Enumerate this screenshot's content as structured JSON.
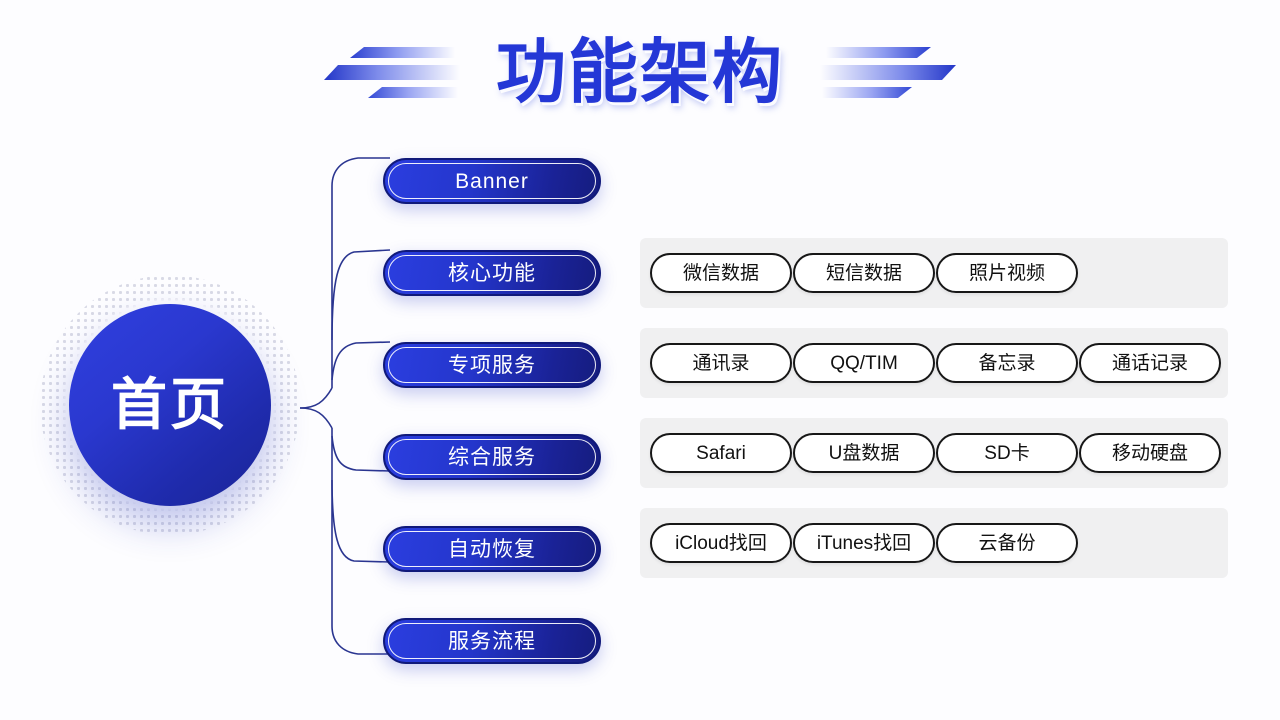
{
  "title": {
    "text": "功能架构",
    "decoration_left": "stripes-left-icon",
    "decoration_right": "stripes-right-icon"
  },
  "hub": {
    "label": "首页",
    "dots": "dot-halo-icon"
  },
  "connector": {
    "name": "tree-connector"
  },
  "branches": [
    {
      "label": "Banner"
    },
    {
      "label": "核心功能"
    },
    {
      "label": "专项服务"
    },
    {
      "label": "综合服务"
    },
    {
      "label": "自动恢复"
    },
    {
      "label": "服务流程"
    }
  ],
  "panels": [
    {
      "chips": [
        {
          "label": "微信数据"
        },
        {
          "label": "短信数据"
        },
        {
          "label": "照片视频"
        }
      ]
    },
    {
      "chips": [
        {
          "label": "通讯录"
        },
        {
          "label": "QQ/TIM"
        },
        {
          "label": "备忘录"
        },
        {
          "label": "通话记录"
        }
      ]
    },
    {
      "chips": [
        {
          "label": "Safari"
        },
        {
          "label": "U盘数据"
        },
        {
          "label": "SD卡"
        },
        {
          "label": "移动硬盘"
        }
      ]
    },
    {
      "chips": [
        {
          "label": "iCloud找回"
        },
        {
          "label": "iTunes找回"
        },
        {
          "label": "云备份"
        }
      ]
    }
  ],
  "colors": {
    "brand_blue": "#2437d6",
    "pill_dark": "#151c7e",
    "panel_grey": "#f0f0f1",
    "chip_border": "#171717",
    "background": "#fdfdff"
  }
}
